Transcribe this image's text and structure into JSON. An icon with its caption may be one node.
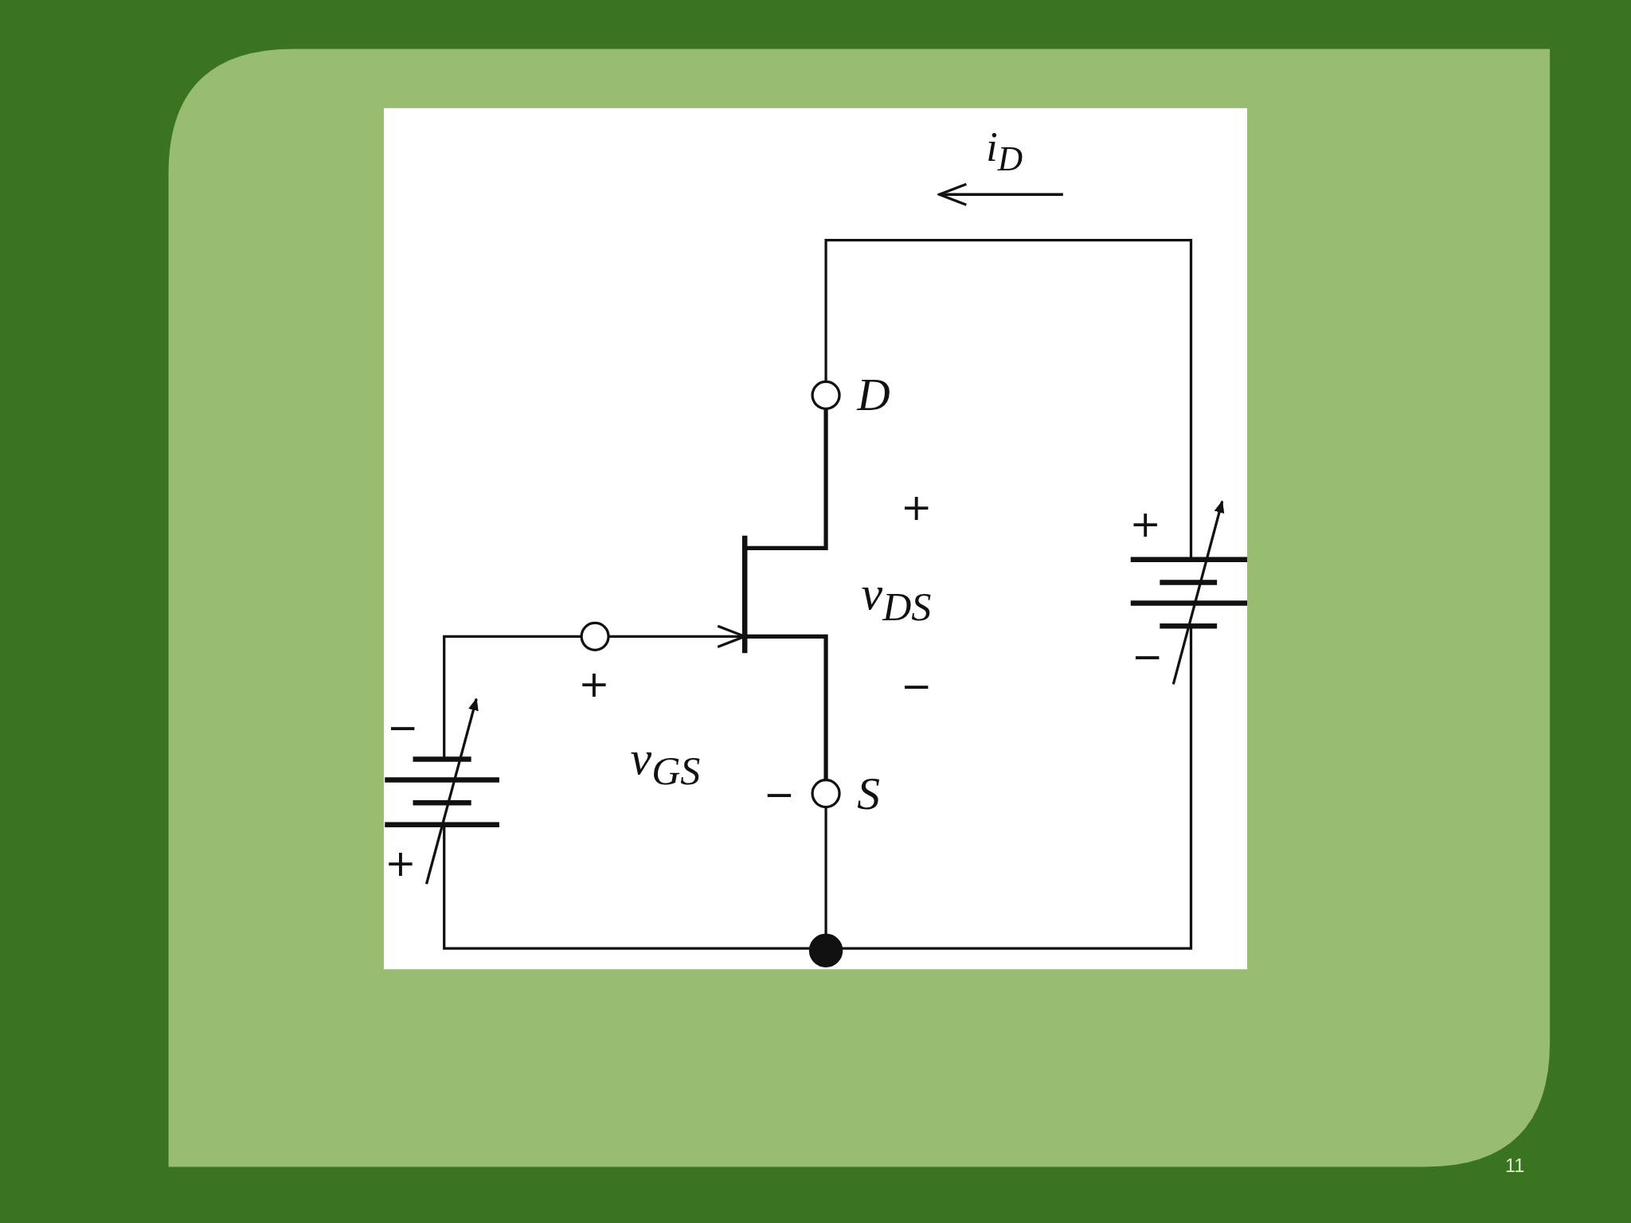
{
  "diagram": {
    "labels": [
      "i$_{D}$",
      "D",
      "+",
      "+",
      "v$_{DS}$",
      "−",
      "+",
      "−",
      "−",
      "v$_{GS}$",
      "−",
      "S",
      "+",
      "11"
    ]
  }
}
